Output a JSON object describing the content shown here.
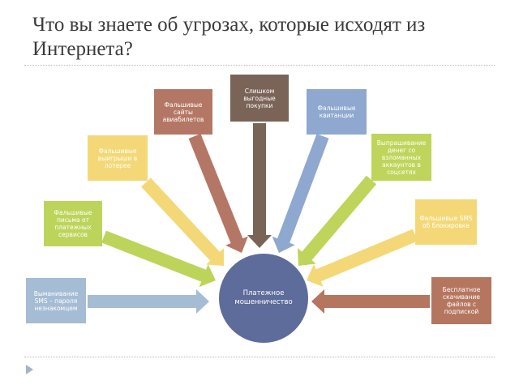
{
  "slide": {
    "title": "Что вы знаете об угрозах, которые исходят из Интернета?"
  },
  "diagram": {
    "center": {
      "label": "Платежное мошенничество",
      "color": "#5e6c9b"
    },
    "threats": [
      {
        "label": "Выманивание SMS – пароля незнакомцем",
        "color": "#a4bcd4",
        "arrow": "#a4bcd4"
      },
      {
        "label": "Фальшивые письма от платежных сервисов",
        "color": "#bdd45b",
        "arrow": "#bdd45b"
      },
      {
        "label": "Фальшивые выигрыши в лотерее",
        "color": "#f4d878",
        "arrow": "#f4d878"
      },
      {
        "label": "Фальшивые сайты авиабилетов",
        "color": "#b57765",
        "arrow": "#b57765"
      },
      {
        "label": "Слишком выгодные покупки",
        "color": "#7a6458",
        "arrow": "#7a6458"
      },
      {
        "label": "Фальшивые квитанции",
        "color": "#8ea8cf",
        "arrow": "#8ea8cf"
      },
      {
        "label": "Выпрашивание денег со взломанных аккаунтов в соцсетях",
        "color": "#bfd45a",
        "arrow": "#bfd45a"
      },
      {
        "label": "Фальшивые SMS об блокировке",
        "color": "#f4d878",
        "arrow": "#f4d878"
      },
      {
        "label": "Бесплатное скачивание файлов с подпиской",
        "color": "#b5765f",
        "arrow": "#b5765f"
      }
    ]
  },
  "nav": {
    "icon": "play-triangle-icon"
  }
}
